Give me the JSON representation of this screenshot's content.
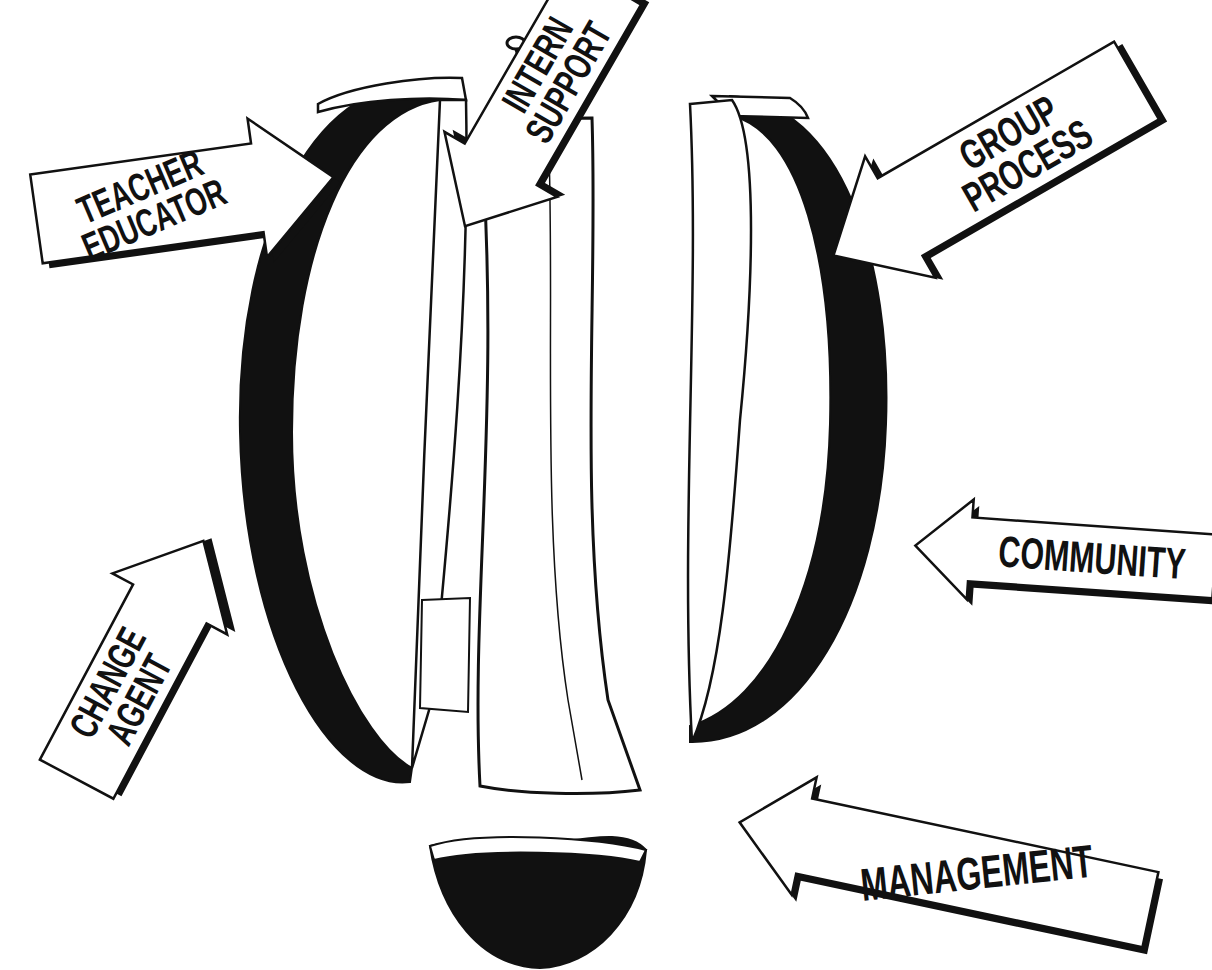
{
  "diagram": {
    "nodes": [
      {
        "text": [
          "TEACHER EDUCATOR"
        ]
      },
      {
        "text": [
          "INTERN SUPPORT"
        ]
      },
      {
        "text": [
          "GROUP PROCESS"
        ]
      },
      {
        "text": [
          "COMMUNITY"
        ]
      },
      {
        "text": [
          "CHANGE AGENT"
        ]
      },
      {
        "text": [
          "MANAGEMENT"
        ]
      }
    ]
  }
}
